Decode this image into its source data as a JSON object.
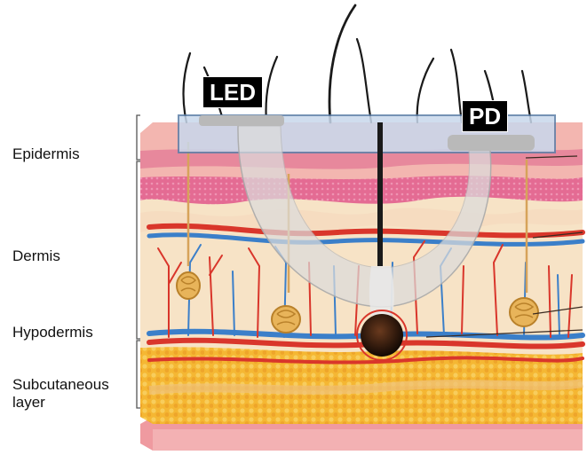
{
  "labels": {
    "epidermis": "Epidermis",
    "dermis": "Dermis",
    "hypodermis": "Hypodermis",
    "subcutaneous": "Subcutaneous layer"
  },
  "sensor": {
    "emitter": "LED",
    "detector": "PD"
  },
  "colors": {
    "epidermis_pink": "#e98aa0",
    "dermis_cream": "#f7e3c6",
    "artery_red": "#d9362b",
    "vein_blue": "#3b7fc9",
    "fat_yellow": "#f3b432",
    "probe_blue": "#c8d8ec",
    "light_path_gray": "#dcdcdc"
  },
  "icons": [
    "hair-strand-icon",
    "hair-follicle-icon",
    "sweat-gland-icon"
  ]
}
